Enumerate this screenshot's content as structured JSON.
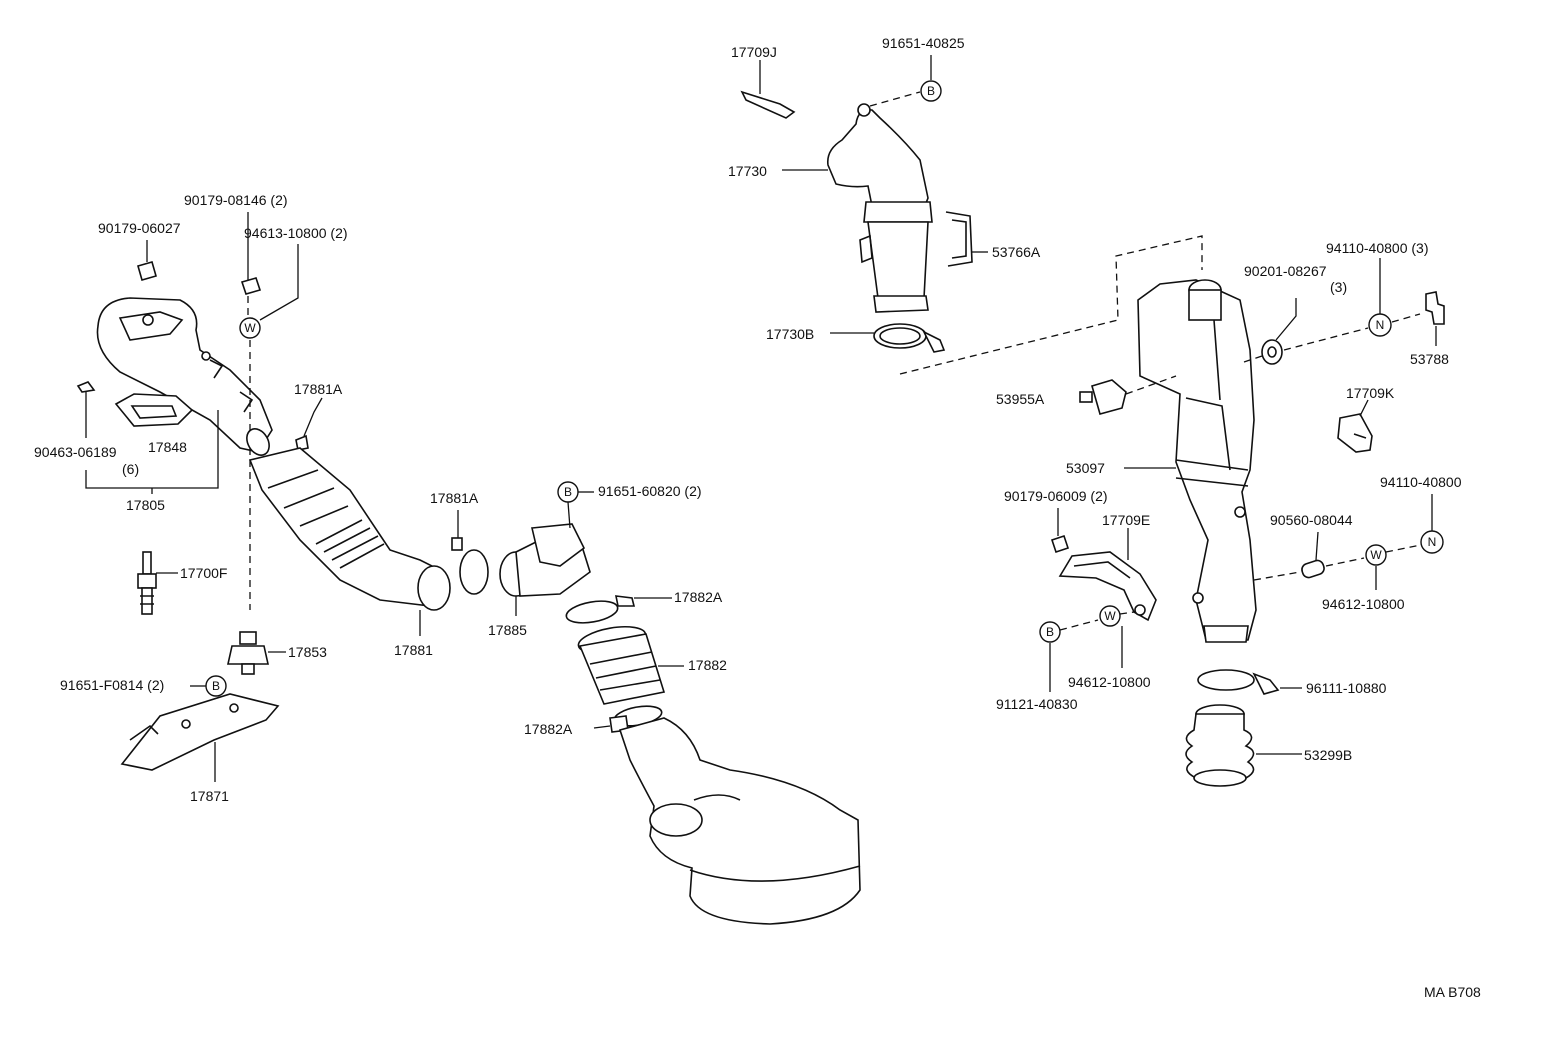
{
  "diagram": {
    "code": "MA B708",
    "labels": {
      "p17709J": "17709J",
      "p91651_40825": "91651-40825",
      "p17730": "17730",
      "p53766A": "53766A",
      "p17730B": "17730B",
      "p90179_08146": "90179-08146 (2)",
      "p90179_06027": "90179-06027",
      "p94613_10800": "94613-10800 (2)",
      "p17881A_1": "17881A",
      "p90463_06189": "90463-06189",
      "p90463_qty": "(6)",
      "p17848": "17848",
      "p17805": "17805",
      "p17700F": "17700F",
      "p17853": "17853",
      "p91651_F0814": "91651-F0814 (2)",
      "p17871": "17871",
      "p17881A_2": "17881A",
      "p17881": "17881",
      "p17885": "17885",
      "p91651_60820": "91651-60820 (2)",
      "p17882A_1": "17882A",
      "p17882": "17882",
      "p17882A_2": "17882A",
      "p94110_40800_3": "94110-40800 (3)",
      "p90201_08267": "90201-08267",
      "p90201_qty": "(3)",
      "p53788": "53788",
      "p53955A": "53955A",
      "p17709K": "17709K",
      "p53097": "53097",
      "p94110_40800": "94110-40800",
      "p90179_06009": "90179-06009 (2)",
      "p17709E": "17709E",
      "p90560_08044": "90560-08044",
      "p94612_10800_a": "94612-10800",
      "p94612_10800_b": "94612-10800",
      "p91121_40830": "91121-40830",
      "p96111_10880": "96111-10880",
      "p53299B": "53299B"
    },
    "symbols": {
      "b": "B",
      "w": "W",
      "n": "N"
    }
  }
}
